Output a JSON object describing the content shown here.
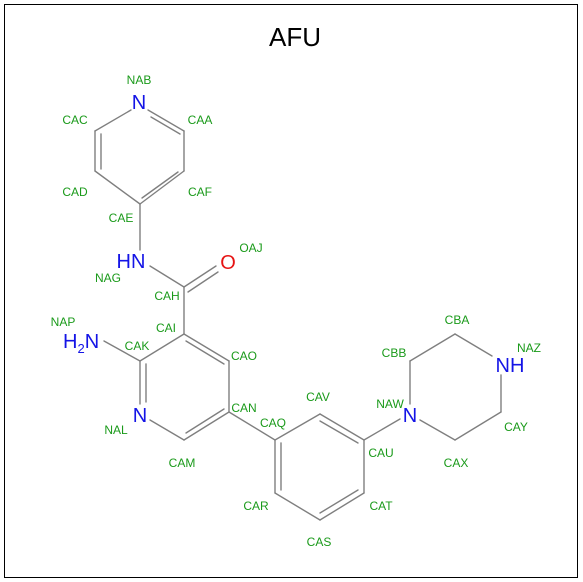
{
  "title": "AFU",
  "colors": {
    "label": "#1a9a1a",
    "nitrogen": "#1414e6",
    "oxygen": "#e61414",
    "bond": "#7f7f7f",
    "frame": "#000000"
  },
  "heteroatoms": [
    {
      "id": "n_nab",
      "text": "N",
      "element": "N"
    },
    {
      "id": "n_nag",
      "text": "HN",
      "element": "N"
    },
    {
      "id": "o_oaj",
      "text": "O",
      "element": "O"
    },
    {
      "id": "n_nap",
      "text": "H",
      "element": "N",
      "sub": "2",
      "tail": "N"
    },
    {
      "id": "n_nal",
      "text": "N",
      "element": "N"
    },
    {
      "id": "n_naw",
      "text": "N",
      "element": "N"
    },
    {
      "id": "n_naz",
      "text": "NH",
      "element": "N"
    }
  ],
  "atom_labels": [
    "NAB",
    "CAC",
    "CAA",
    "CAD",
    "CAF",
    "CAE",
    "NAG",
    "OAJ",
    "CAH",
    "NAP",
    "CAI",
    "CAK",
    "CAO",
    "CAN",
    "NAL",
    "CAM",
    "CAQ",
    "CAV",
    "NAW",
    "CBB",
    "CBA",
    "NAZ",
    "CAY",
    "CAX",
    "CAU",
    "CAR",
    "CAT",
    "CAS"
  ]
}
